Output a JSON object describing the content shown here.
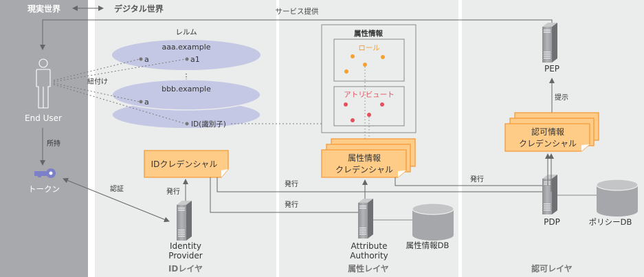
{
  "header": {
    "real_world": "現実世界",
    "digital_world": "デジタル世界",
    "service_provision": "サービス提供"
  },
  "real_world": {
    "end_user": "End User",
    "possession": "所持",
    "token": "トークン",
    "authentication": "認証",
    "linking": "紐付け"
  },
  "realm": {
    "title": "レルム",
    "realm1_name": "aaa.example",
    "realm1_ids": [
      "a",
      "a1"
    ],
    "ellipsis": "⋮",
    "realm2_name": "bbb.example",
    "realm2_ids": [
      "a"
    ],
    "identifier": "ID(識別子)"
  },
  "id_layer": {
    "credential": "IDクレデンシャル",
    "issue": "発行",
    "provider_line1": "Identity",
    "provider_line2": "Provider",
    "layer_name": "IDレイヤ"
  },
  "attribute_layer": {
    "attr_info_title": "属性情報",
    "role_title": "ロール",
    "attribute_title": "アトリビュート",
    "credential_line1": "属性情報",
    "credential_line2": "クレデンシャル",
    "issue1": "発行",
    "issue2": "発行",
    "authority_line1": "Attribute",
    "authority_line2": "Authority",
    "db": "属性情報DB",
    "layer_name": "属性レイヤ"
  },
  "authz_layer": {
    "pep": "PEP",
    "present": "提示",
    "credential_line1": "認可情報",
    "credential_line2": "クレデンシャル",
    "issue": "発行",
    "pdp": "PDP",
    "db": "ポリシーDB",
    "layer_name": "認可レイヤ"
  },
  "colors": {
    "real_world_bg": "#a8a9ad",
    "digital_bg": "#ebecec",
    "realm_fill": "#c5c8e4",
    "credential_fill": "#ffcc88",
    "credential_stroke": "#f39a3a",
    "role_dot": "#f5a030",
    "attribute_dot": "#e5505a",
    "token": "#7b80c8"
  }
}
